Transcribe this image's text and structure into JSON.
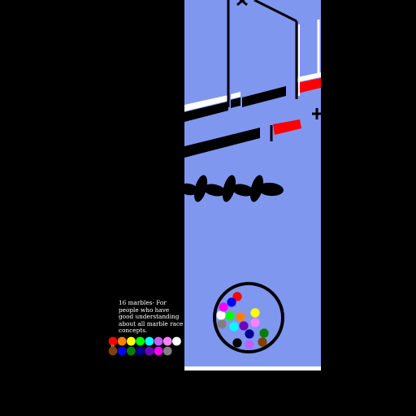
{
  "scene": {
    "caption": "16 marbles- For people who have good understanding about all marble race concepts.",
    "legend_title": "Eh"
  },
  "colors": {
    "background": "#000000",
    "track": "#8097f0",
    "ramp": "#000000",
    "ramp_edge": "#ffffff",
    "accent_ramp": "#ff0000",
    "container_outline": "#000000"
  },
  "marbles": [
    {
      "name": "red",
      "color": "#ff0000"
    },
    {
      "name": "orange",
      "color": "#ff8000"
    },
    {
      "name": "yellow",
      "color": "#ffff00"
    },
    {
      "name": "green",
      "color": "#00ff00"
    },
    {
      "name": "cyan",
      "color": "#00ffff"
    },
    {
      "name": "violet",
      "color": "#c060ff"
    },
    {
      "name": "pink",
      "color": "#ff80ff"
    },
    {
      "name": "white",
      "color": "#ffffff"
    },
    {
      "name": "brown",
      "color": "#804000"
    },
    {
      "name": "blue",
      "color": "#0000ff"
    },
    {
      "name": "dark-green",
      "color": "#008000"
    },
    {
      "name": "navy",
      "color": "#000090"
    },
    {
      "name": "purple",
      "color": "#7000c0"
    },
    {
      "name": "magenta",
      "color": "#ff00ff"
    },
    {
      "name": "gray",
      "color": "#808080"
    },
    {
      "name": "black",
      "color": "#000000"
    }
  ]
}
